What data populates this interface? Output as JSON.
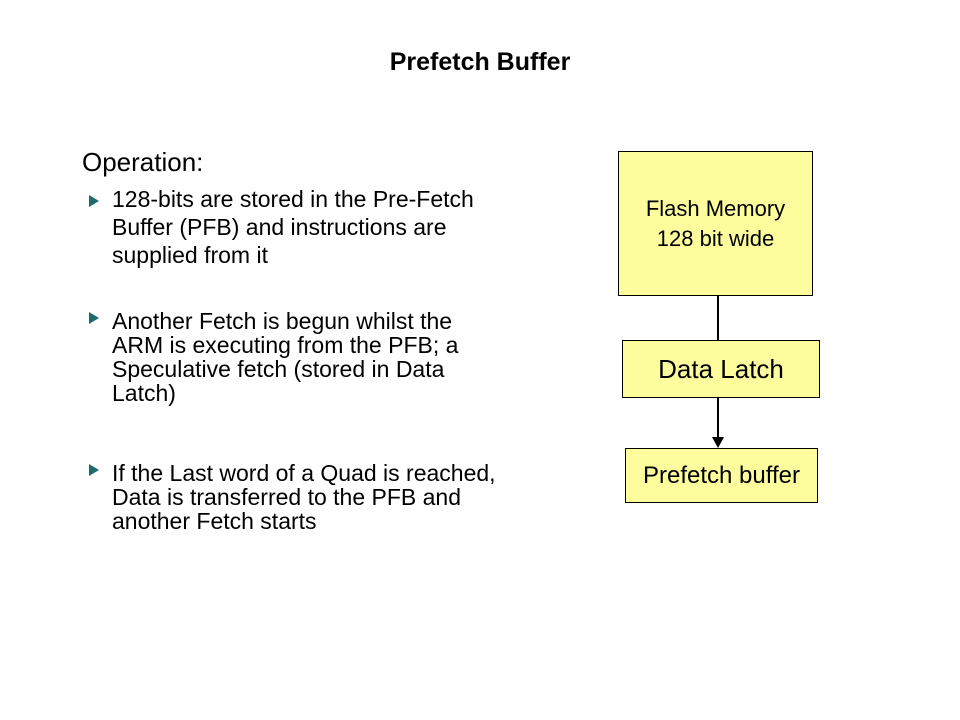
{
  "slide": {
    "title": "Prefetch Buffer",
    "heading": "Operation:",
    "bullets": [
      {
        "text": "128-bits are stored in the Pre-Fetch\nBuffer (PFB) and instructions are\nsupplied from it"
      },
      {
        "text": "Another Fetch is begun whilst the\nARM is executing from the PFB; a\nSpeculative fetch (stored in Data\nLatch)"
      },
      {
        "text": "If the Last word of a Quad is reached,\nData is transferred to the PFB and\nanother Fetch starts"
      }
    ],
    "diagram": {
      "boxes": [
        {
          "label": "Flash Memory\n128 bit wide"
        },
        {
          "label": "Data Latch"
        },
        {
          "label": "Prefetch buffer"
        }
      ],
      "connectors": [
        {
          "from": "flash-memory",
          "to": "data-latch",
          "style": "plain-line"
        },
        {
          "from": "data-latch",
          "to": "prefetch-buffer",
          "style": "arrow-down"
        }
      ]
    },
    "colors": {
      "background": "#ffffff",
      "text": "#000000",
      "box_fill": "#fdfd9e",
      "box_border": "#000000",
      "bullet_marker": "#1f6b6b"
    }
  }
}
